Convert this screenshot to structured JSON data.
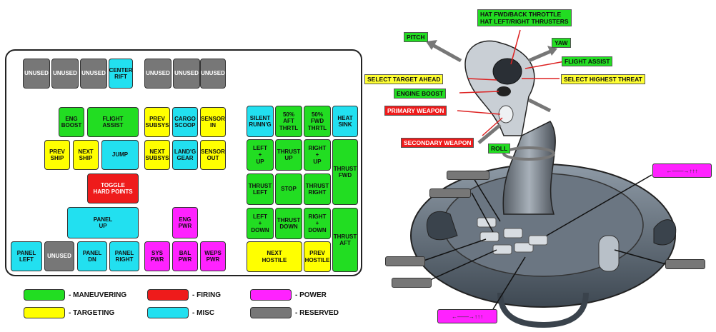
{
  "keys": {
    "unused1": "UNUSED",
    "unused2": "UNUSED",
    "unused3": "UNUSED",
    "center_rift": "CENTER\nRIFT",
    "unused4": "UNUSED",
    "unused5": "UNUSED",
    "unused6": "UNUSED",
    "eng_boost": "ENG\nBOOST",
    "flight_assist": "FLIGHT\nASSIST",
    "prev_subsys": "PREV\nSUBSYS",
    "cargo_scoop": "CARGO\nSCOOP",
    "sensor_in": "SENSOR\nIN",
    "prev_ship": "PREV\nSHIP",
    "next_ship": "NEXT\nSHIP",
    "jump": "JUMP",
    "next_subsys": "NEXT\nSUBSYS",
    "landg_gear": "LAND'G\nGEAR",
    "sensor_out": "SENSOR\nOUT",
    "toggle_hard_points": "TOGGLE\nHARD POINTS",
    "panel_up": "PANEL\nUP",
    "eng_pwr": "ENG\nPWR",
    "panel_left": "PANEL\nLEFT",
    "unused7": "UNUSED",
    "panel_dn": "PANEL\nDN",
    "panel_right": "PANEL\nRIGHT",
    "sys_pwr": "SYS\nPWR",
    "bal_pwr": "BAL\nPWR",
    "weps_pwr": "WEPS\nPWR",
    "silent_runng": "SILENT\nRUNN'G",
    "aft_thrtl": "50%\nAFT\nTHRTL",
    "fwd_thrtl": "50%\nFWD\nTHRTL",
    "heat_sink": "HEAT\nSINK",
    "left_up": "LEFT\n+\nUP",
    "thrust_up": "THRUST\nUP",
    "right_up": "RIGHT\n+\nUP",
    "thrust_fwd": "THRUST\nFWD",
    "thrust_left": "THRUST\nLEFT",
    "stop": "STOP",
    "thrust_right": "THRUST\nRIGHT",
    "left_down": "LEFT\n+\nDOWN",
    "thrust_down": "THRUST\nDOWN",
    "right_down": "RIGHT\n+\nDOWN",
    "thrust_aft": "THRUST\nAFT",
    "next_hostile": "NEXT\nHOSTILE",
    "prev_hostile": "PREV\nHOSTILE"
  },
  "legend": {
    "maneuvering": "- MANEUVERING",
    "targeting": "- TARGETING",
    "firing": "- FIRING",
    "misc": "- MISC",
    "power": "- POWER",
    "reserved": "- RESERVED"
  },
  "colors": {
    "maneuvering": "#22dd22",
    "targeting": "#ffff00",
    "firing": "#ee1b1b",
    "misc": "#22e0f0",
    "power": "#ff22ff",
    "reserved": "#777777"
  },
  "joystick": {
    "hat": "HAT FWD/BACK THROTTLE\nHAT LEFT/RIGHT THRUSTERS",
    "pitch": "PITCH",
    "yaw": "YAW",
    "flight_assist": "FLIGHT ASSIST",
    "select_target_ahead": "SELECT TARGET AHEAD",
    "select_highest_threat": "SELECT HIGHEST THREAT",
    "engine_boost": "ENGINE BOOST",
    "primary_weapon": "PRIMARY WEAPON",
    "secondary_weapon": "SECONDARY WEAPON",
    "roll": "ROLL",
    "throttle_marks": "←——→↑↑↑"
  }
}
